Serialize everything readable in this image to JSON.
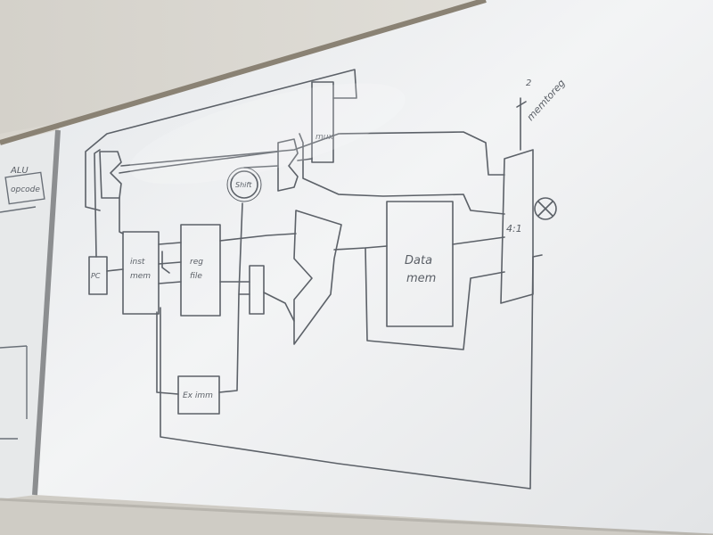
{
  "colors": {
    "wall": "#dcd9d2",
    "board": "#eef0f1",
    "frame": "#8a8274",
    "marker": "#5c6168"
  },
  "labels": {
    "pc": "PC",
    "inst_mem_line1": "inst",
    "inst_mem_line2": "mem",
    "reg_file_line1": "reg",
    "reg_file_line2": "file",
    "ext_imm": "Ex imm",
    "shift": "Shift",
    "mux_left": "mux",
    "data_mem_line1": "Data",
    "data_mem_line2": "mem",
    "mux_4to1": "4:1",
    "mem_to_reg": "memtoreg",
    "sel_width": "2",
    "left_panel_text1": "ALU",
    "left_panel_text2": "opcode"
  }
}
